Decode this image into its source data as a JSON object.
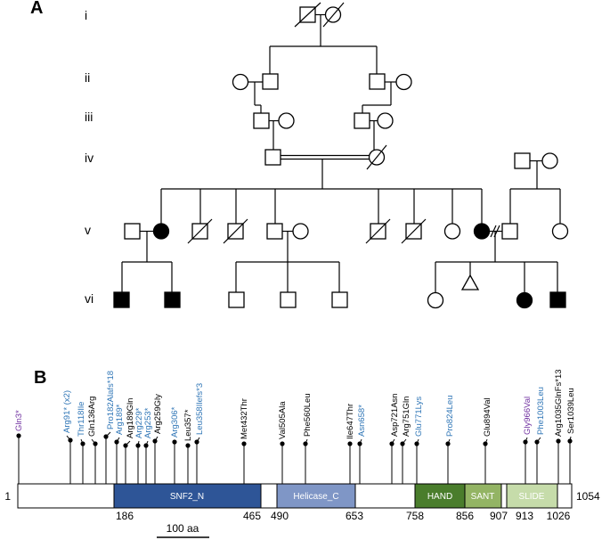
{
  "panels": {
    "a": "A",
    "b": "B"
  },
  "generations": [
    "i",
    "ii",
    "iii",
    "iv",
    "v",
    "vi"
  ],
  "protein": {
    "start": "1",
    "end": "1054",
    "scale_label": "100 aa",
    "domains": [
      {
        "name": "SNF2_N",
        "start": "186",
        "end": "465",
        "color": "#2e5597"
      },
      {
        "name": "Helicase_C",
        "start": "490",
        "end": "653",
        "color": "#7f96c6"
      },
      {
        "name": "HAND",
        "start": "758",
        "end": "",
        "color": "#4a7d2c"
      },
      {
        "name": "SANT",
        "start": "856",
        "end": "907",
        "color": "#93b464"
      },
      {
        "name": "SLIDE",
        "start": "913",
        "end": "1026",
        "color": "#c6dcaa"
      }
    ],
    "mutations": [
      {
        "label": "Gln3*",
        "color": "#7030a0"
      },
      {
        "label": "Arg91* (x2)",
        "color": "#2e75b6"
      },
      {
        "label": "Thr118Ile",
        "color": "#2e75b6"
      },
      {
        "label": "Gln136Arg",
        "color": "#000000"
      },
      {
        "label": "Pro182Alafs*18",
        "color": "#2e75b6"
      },
      {
        "label": "Arg189*",
        "color": "#2e75b6"
      },
      {
        "label": "Arg189Gln",
        "color": "#000000"
      },
      {
        "label": "Arg229*",
        "color": "#2e75b6"
      },
      {
        "label": "Arg253*",
        "color": "#2e75b6"
      },
      {
        "label": "Arg259Gly",
        "color": "#000000"
      },
      {
        "label": "Arg306*",
        "color": "#2e75b6"
      },
      {
        "label": "Leu357*",
        "color": "#000000"
      },
      {
        "label": "Leu358Ilefs*3",
        "color": "#2e75b6"
      },
      {
        "label": "Met432Thr",
        "color": "#000000"
      },
      {
        "label": "Val505Ala",
        "color": "#000000"
      },
      {
        "label": "Phe560Leu",
        "color": "#000000"
      },
      {
        "label": "Ile647Thr",
        "color": "#000000"
      },
      {
        "label": "Asn658*",
        "color": "#2e75b6"
      },
      {
        "label": "Asp721Asn",
        "color": "#000000"
      },
      {
        "label": "Arg751Gln",
        "color": "#000000"
      },
      {
        "label": "Glu771Lys",
        "color": "#2e75b6"
      },
      {
        "label": "Pro824Leu",
        "color": "#2e75b6"
      },
      {
        "label": "Glu894Val",
        "color": "#000000"
      },
      {
        "label": "Gly966Val",
        "color": "#7030a0"
      },
      {
        "label": "Phe1003Leu",
        "color": "#2e75b6"
      },
      {
        "label": "Arg1035GlnFs*13",
        "color": "#000000"
      },
      {
        "label": "Ser1039Leu",
        "color": "#000000"
      }
    ]
  },
  "colors": {
    "affected": "#000000",
    "unaffected": "#ffffff"
  }
}
